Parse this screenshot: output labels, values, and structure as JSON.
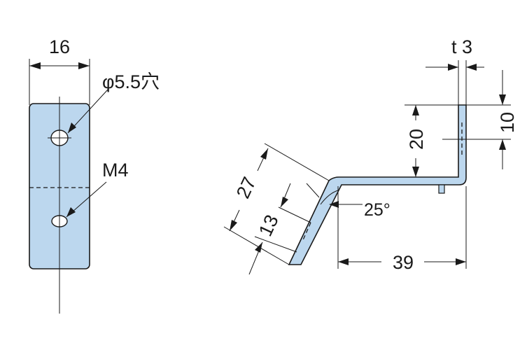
{
  "front_view": {
    "width_dim": "16",
    "hole_label": "φ5.5穴",
    "thread_label": "M4"
  },
  "side_view": {
    "thickness_dim": "t 3",
    "upper_leg_dim": "10",
    "vertical_dim": "20",
    "slant_length_dim": "27",
    "slant_hole_dim": "13",
    "angle_dim": "25°",
    "horizontal_dim": "39"
  }
}
